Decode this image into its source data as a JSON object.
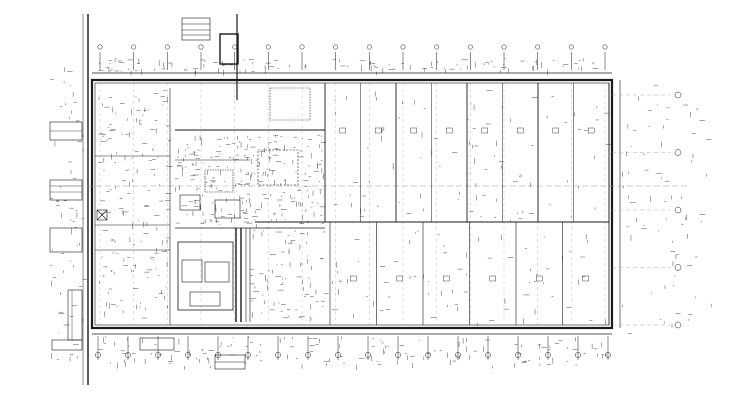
{
  "drawing": {
    "ink_color": "#1a1a1a",
    "grid_color": "#9a9a9a",
    "paper_color": "#ffffff"
  },
  "grid": {
    "top_column_bubbles": 16,
    "bottom_column_bubbles": 18,
    "right_row_bubbles": 5
  },
  "plan": {
    "upper_bays": 8,
    "lower_bays": 6
  }
}
